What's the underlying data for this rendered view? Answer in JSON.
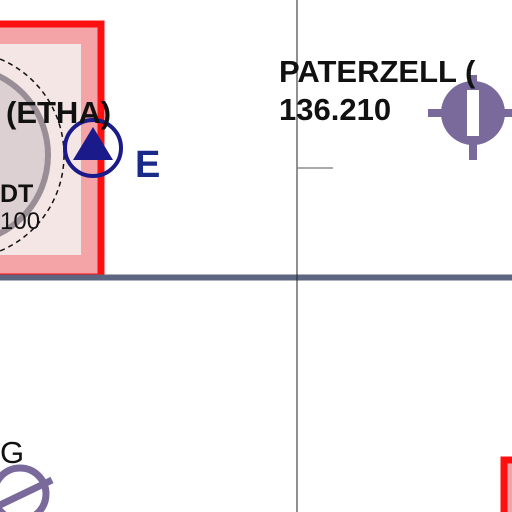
{
  "map": {
    "labels": {
      "etha_partial": "(ETHA)",
      "dt_partial": "DT",
      "freq_partial": "100",
      "paterzell_name": "PATERZELL (",
      "paterzell_freq": "136.210",
      "reporting_point": "E",
      "g_partial": "G"
    },
    "colors": {
      "restricted_area_border": "#ff1010",
      "restricted_area_fill": "#f4a3a6",
      "restricted_area_inner": "#f5e6e6",
      "airport_symbol": "#7a6a9c",
      "reporting_point": "#1a1a8a",
      "boundary_line": "#5c6680",
      "grid_line": "#222222"
    },
    "icons": [
      "airfield-circle-icon",
      "glider-site-icon",
      "reporting-point-triangle-icon"
    ]
  }
}
